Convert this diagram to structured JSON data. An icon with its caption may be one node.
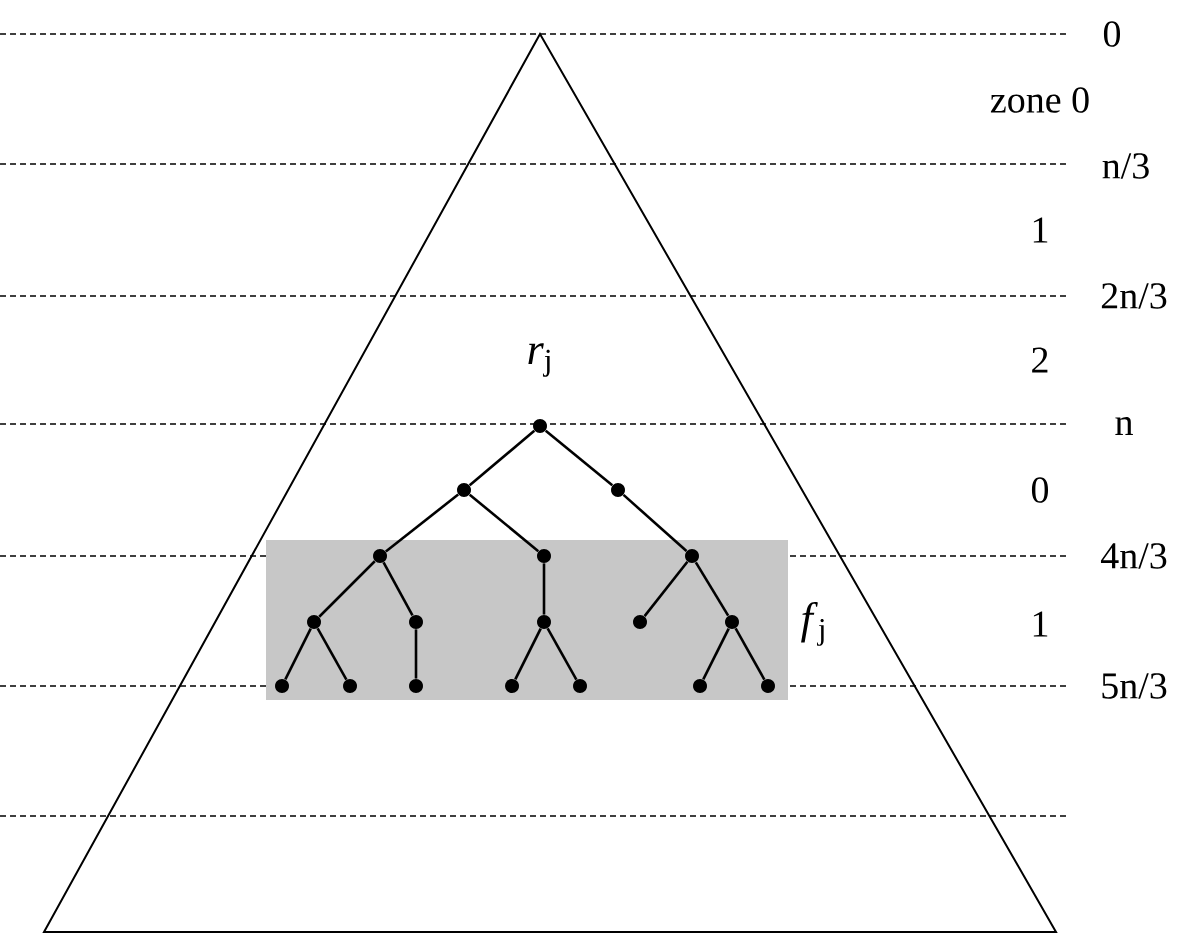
{
  "diagram": {
    "nodes": [
      {
        "text": [],
        "shape": "box",
        "beside": [
          "*f*$_{j}$"
        ]
      },
      {
        "text": [],
        "shape": "circle",
        "beside": [
          "*r*$_{j}$"
        ]
      },
      {
        "text": [],
        "shape": "circle"
      },
      {
        "text": [],
        "shape": "circle"
      },
      {
        "text": [],
        "shape": "circle",
        "in": 0
      },
      {
        "text": [],
        "shape": "circle",
        "in": 0
      },
      {
        "text": [],
        "shape": "circle",
        "in": 0
      },
      {
        "text": [],
        "shape": "circle",
        "in": 0
      },
      {
        "text": [],
        "shape": "circle",
        "in": 0
      },
      {
        "text": [],
        "shape": "circle",
        "in": 0
      },
      {
        "text": [],
        "shape": "circle",
        "in": 0
      },
      {
        "text": [],
        "shape": "circle",
        "in": 0
      },
      {
        "text": [],
        "shape": "circle",
        "in": 0
      },
      {
        "text": [],
        "shape": "circle",
        "in": 0
      },
      {
        "text": [],
        "shape": "circle",
        "in": 0
      },
      {
        "text": [],
        "shape": "circle",
        "in": 0
      },
      {
        "text": [],
        "shape": "circle",
        "in": 0
      },
      {
        "text": [],
        "shape": "circle",
        "in": 0
      },
      {
        "text": [],
        "shape": "circle",
        "in": 0
      }
    ],
    "edges": [
      {
        "from": 1,
        "to": 2,
        "arrow": "none"
      },
      {
        "from": 1,
        "to": 3,
        "arrow": "none"
      },
      {
        "from": 2,
        "to": 4,
        "arrow": "none"
      },
      {
        "from": 2,
        "to": 5,
        "arrow": "none"
      },
      {
        "from": 3,
        "to": 6,
        "arrow": "none"
      },
      {
        "from": 4,
        "to": 7,
        "arrow": "none"
      },
      {
        "from": 4,
        "to": 8,
        "arrow": "none"
      },
      {
        "from": 5,
        "to": 9,
        "arrow": "none"
      },
      {
        "from": 6,
        "to": 10,
        "arrow": "none"
      },
      {
        "from": 6,
        "to": 11,
        "arrow": "none"
      },
      {
        "from": 7,
        "to": 12,
        "arrow": "none"
      },
      {
        "from": 7,
        "to": 13,
        "arrow": "none"
      },
      {
        "from": 8,
        "to": 14,
        "arrow": "none"
      },
      {
        "from": 9,
        "to": 15,
        "arrow": "none"
      },
      {
        "from": 9,
        "to": 16,
        "arrow": "none"
      },
      {
        "from": 11,
        "to": 17,
        "arrow": "none"
      },
      {
        "from": 11,
        "to": 18,
        "arrow": "none"
      }
    ],
    "labels": [
      "0",
      "zone 0",
      "n/3",
      "1",
      "2n/3",
      "2",
      "n",
      "0",
      "4n/3",
      "1",
      "5n/3"
    ]
  }
}
